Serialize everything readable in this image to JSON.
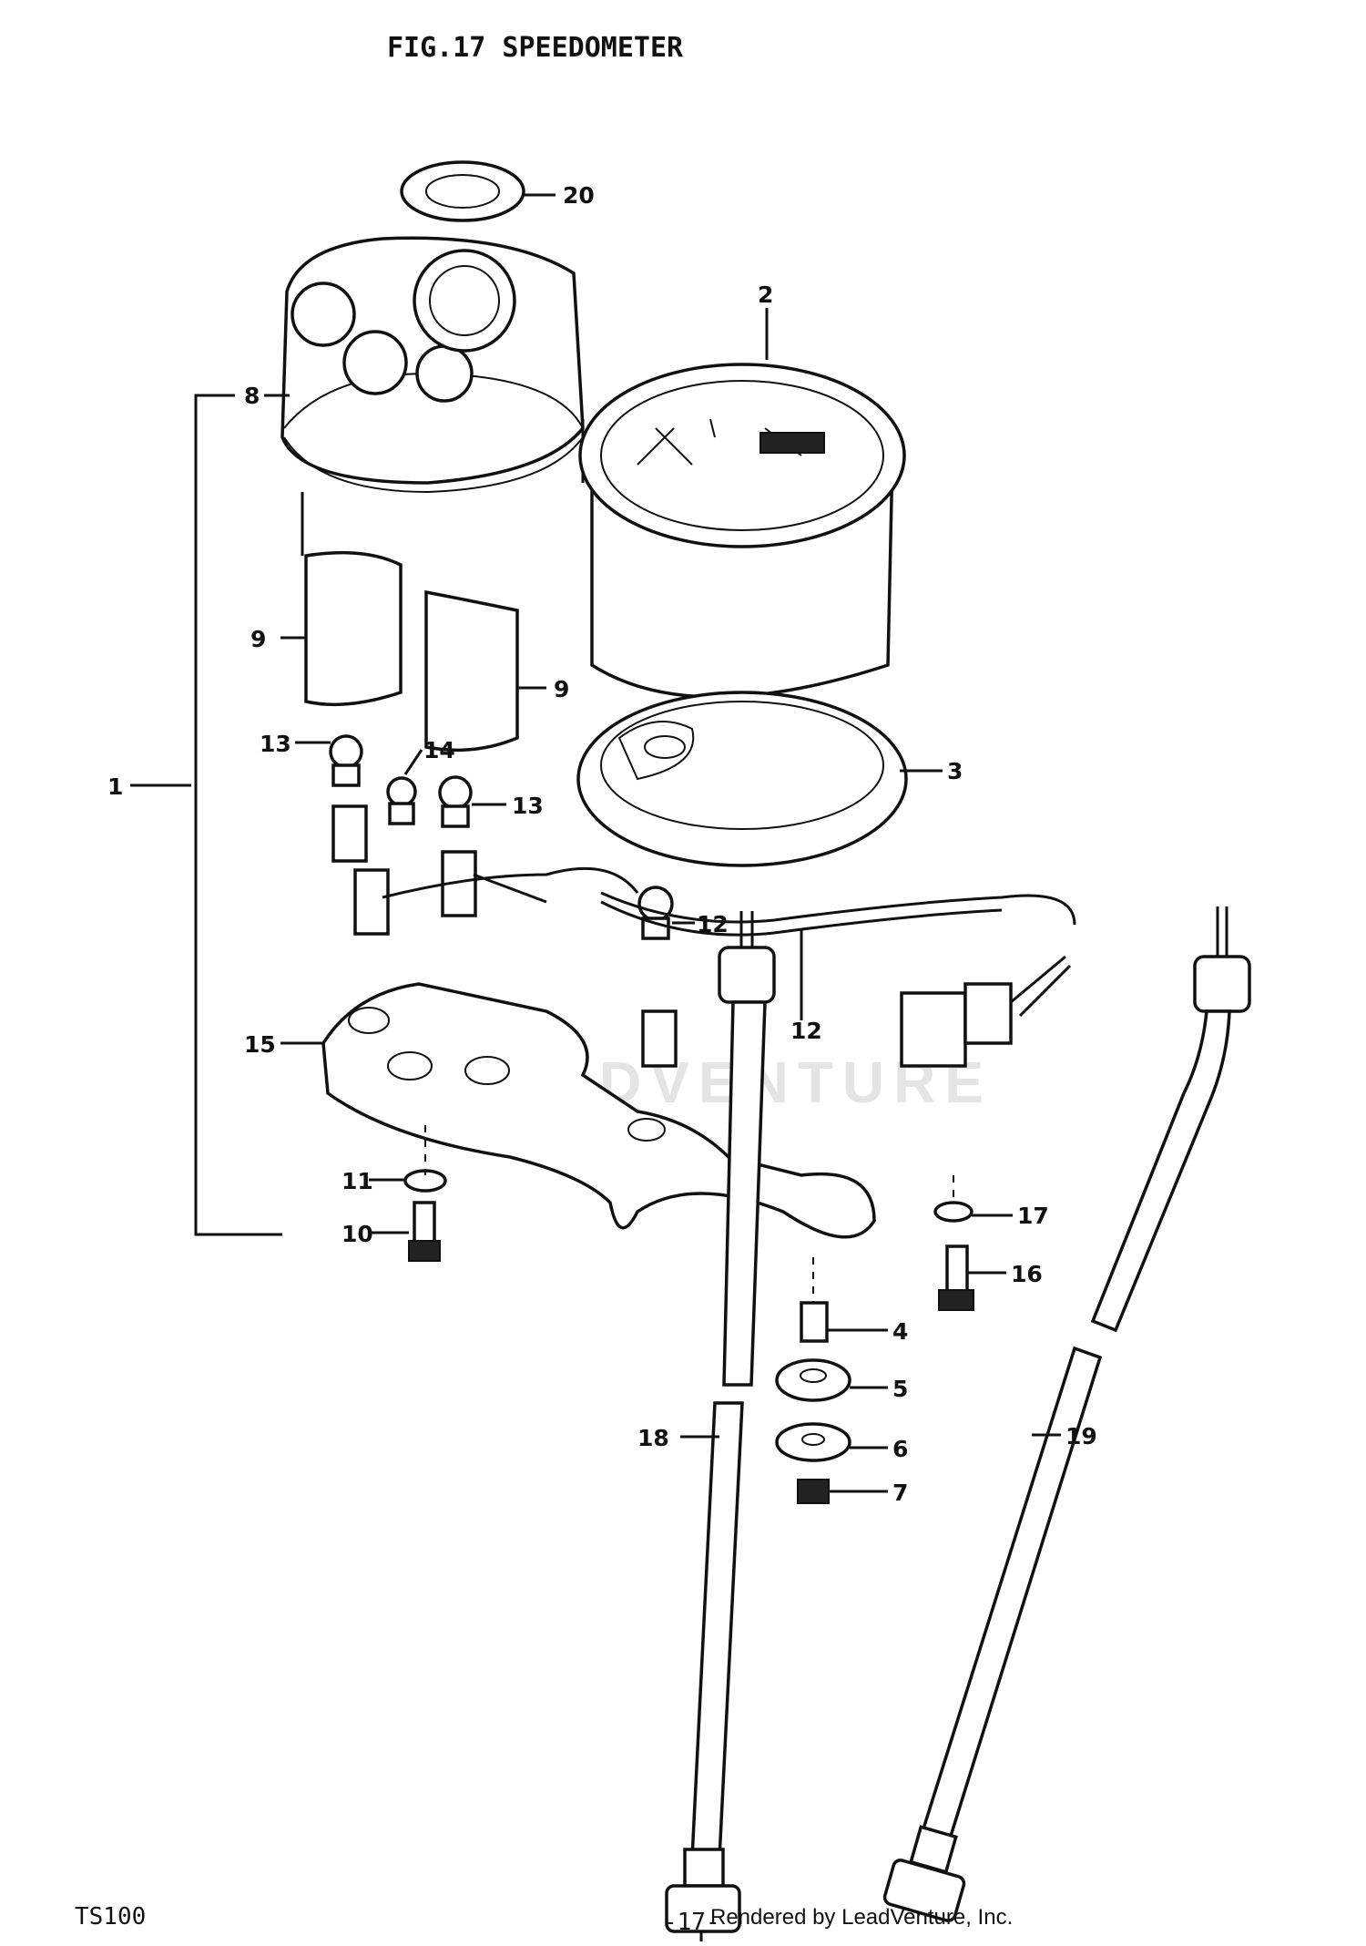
{
  "figure": {
    "title": "FIG.17  SPEEDOMETER",
    "watermark": "LEADVENTURE"
  },
  "callouts": {
    "c1": "1",
    "c2": "2",
    "c3": "3",
    "c4": "4",
    "c5": "5",
    "c6": "6",
    "c7": "7",
    "c8": "8",
    "c9a": "9",
    "c9b": "9",
    "c10": "10",
    "c11": "11",
    "c12a": "12",
    "c12b": "12",
    "c13a": "13",
    "c13b": "13",
    "c14": "14",
    "c15": "15",
    "c16": "16",
    "c17": "17",
    "c18": "18",
    "c19": "19",
    "c20": "20"
  },
  "footer": {
    "model": "TS100",
    "page": "-17-",
    "credit": "Rendered by LeadVenture, Inc."
  }
}
